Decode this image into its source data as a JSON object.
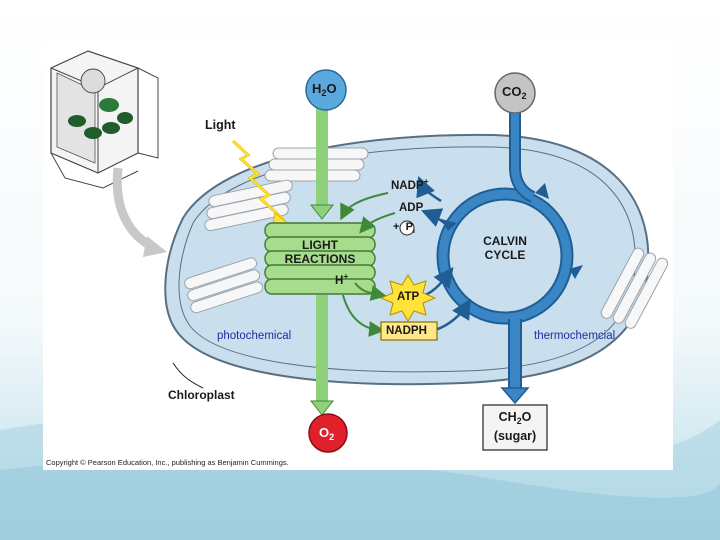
{
  "diagram": {
    "molecules": {
      "water": "H",
      "water_sub": "2",
      "water_tail": "O",
      "carbon_dioxide": "CO",
      "carbon_dioxide_sub": "2",
      "oxygen": "O",
      "oxygen_sub": "2",
      "sugar_formula": "CH",
      "sugar_formula_sub": "2",
      "sugar_formula_tail": "O",
      "sugar_name": "(sugar)"
    },
    "labels": {
      "light": "Light",
      "light_reactions_line1": "LIGHT",
      "light_reactions_line2": "REACTIONS",
      "calvin_line1": "CALVIN",
      "calvin_line2": "CYCLE",
      "nadp_plus": "NADP",
      "nadp_plus_sup": "+",
      "adp": "ADP",
      "pi_prefix": "+",
      "pi_symbol": "P",
      "pi_sub": "i",
      "atp": "ATP",
      "nadph": "NADPH",
      "h_plus": "H",
      "h_plus_sup": "+",
      "chloroplast": "Chloroplast",
      "photochemical": "photochemical",
      "thermochemical": "thermochemcial"
    },
    "copyright": "Copyright © Pearson Education, Inc., publishing as Benjamin Cummings.",
    "colors": {
      "stroma": "#c9dfee",
      "membrane": "#5a6f82",
      "green_arrow": "#8fd07a",
      "blue_arrow": "#2f7bb8",
      "water_circle": "#5aa8de",
      "co2_circle": "#c4c4c4",
      "o2_circle": "#e0202a",
      "atp_star": "#ffe23a",
      "nadph_box": "#ffe88a",
      "note_text": "#1c2fa0"
    }
  }
}
